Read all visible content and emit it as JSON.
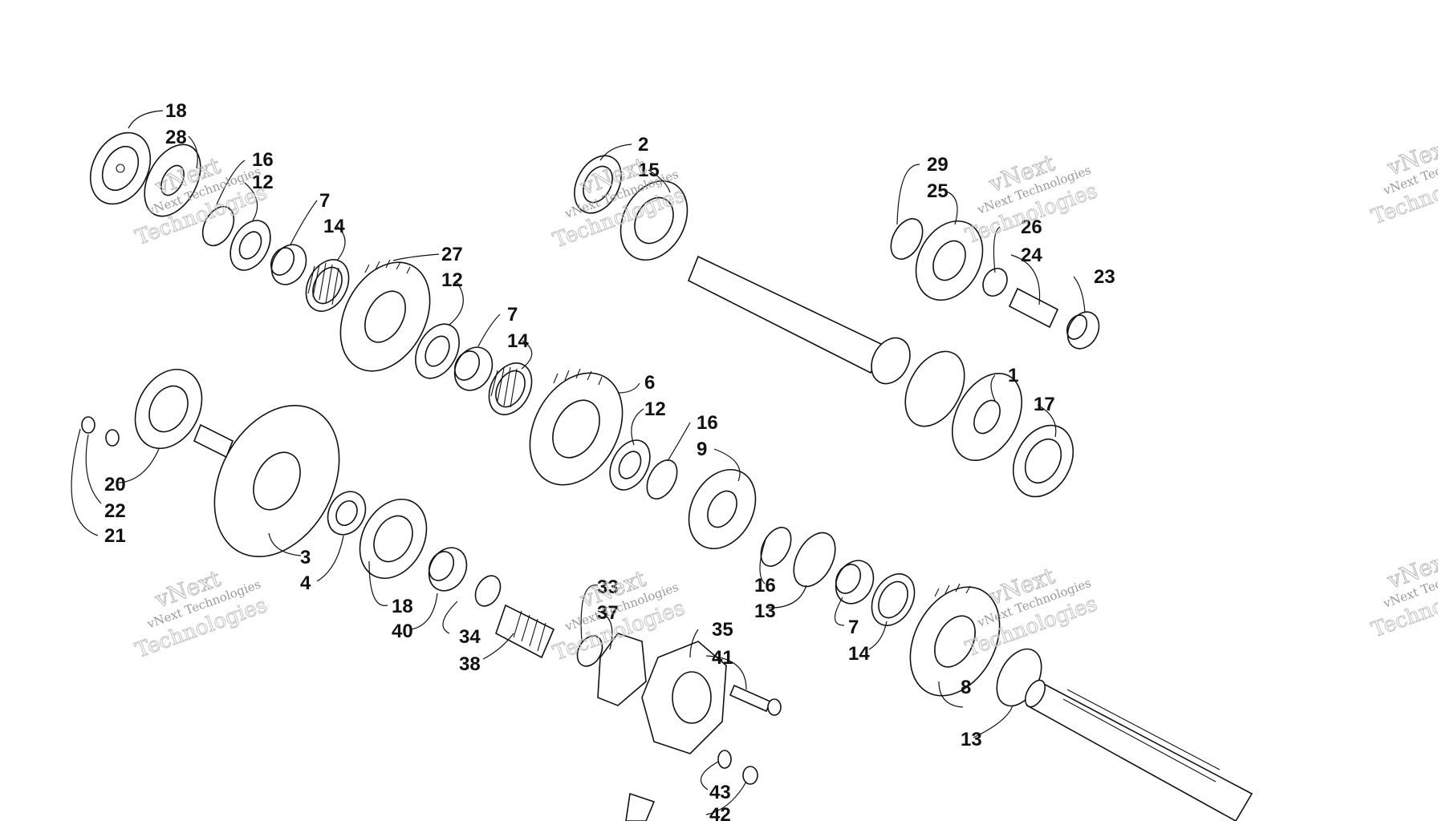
{
  "diagram": {
    "callouts": [
      "18",
      "28",
      "16",
      "12",
      "7",
      "14",
      "27",
      "12",
      "7",
      "14",
      "6",
      "12",
      "16",
      "9",
      "2",
      "15",
      "29",
      "25",
      "26",
      "24",
      "23",
      "1",
      "17",
      "20",
      "22",
      "21",
      "3",
      "4",
      "18",
      "40",
      "34",
      "38",
      "33",
      "37",
      "35",
      "41",
      "16",
      "13",
      "7",
      "14",
      "8",
      "13",
      "43",
      "42"
    ]
  },
  "watermark": {
    "line1": "vNext Technologies",
    "line2": "vNext",
    "line3": "Technologies"
  }
}
